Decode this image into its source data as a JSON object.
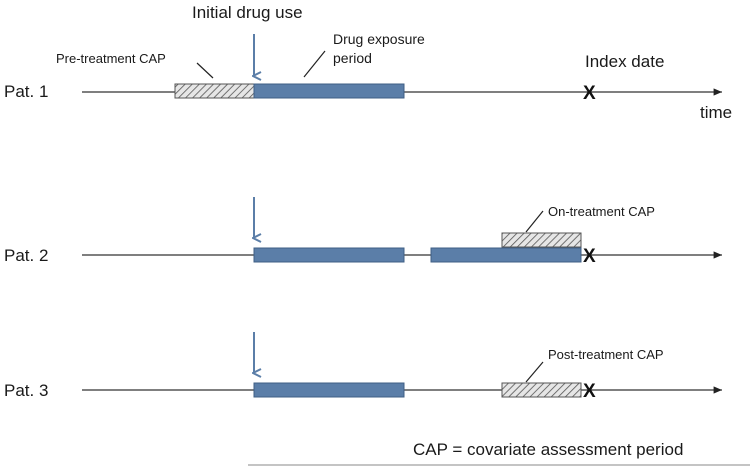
{
  "annotations": {
    "initial_drug_use": "Initial drug use",
    "drug_exposure_line1": "Drug exposure",
    "drug_exposure_line2": "period",
    "pre_treatment_cap": "Pre-treatment CAP",
    "index_date": "Index date",
    "time": "time",
    "on_treatment_cap": "On-treatment CAP",
    "post_treatment_cap": "Post-treatment CAP",
    "index_marker": "X"
  },
  "rows": [
    {
      "label": "Pat. 1"
    },
    {
      "label": "Pat. 2"
    },
    {
      "label": "Pat. 3"
    }
  ],
  "legend": "CAP = covariate assessment period",
  "colors": {
    "exposure": "#5b7ea8",
    "exposure_border": "#3f5f85",
    "arrow": "#5b7ea8",
    "hatch": "#6a6a6a",
    "timeline": "#333333"
  }
}
